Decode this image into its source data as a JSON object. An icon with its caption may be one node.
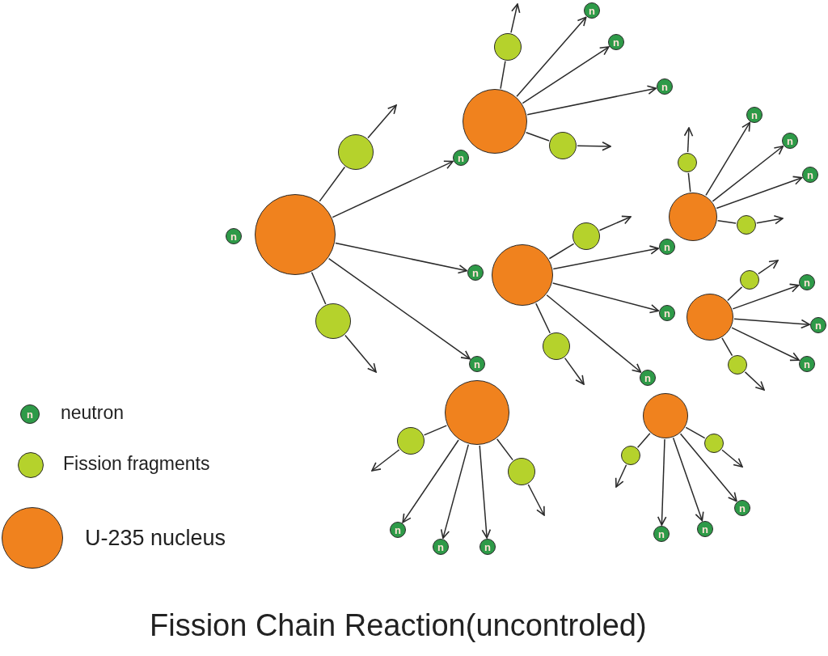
{
  "diagram": {
    "title": "Fission Chain Reaction(uncontroled)",
    "nodes": [
      {
        "text": [
          "n"
        ]
      },
      {
        "text": [],
        "shape": "circle"
      },
      {
        "text": [],
        "shape": "circle"
      },
      {
        "text": [],
        "shape": "circle"
      },
      {
        "text": [
          "n"
        ]
      },
      {
        "text": [],
        "shape": "circle"
      },
      {
        "text": [],
        "shape": "circle"
      },
      {
        "text": [
          "n"
        ]
      },
      {
        "text": [
          "n"
        ]
      },
      {
        "text": [
          "n"
        ]
      },
      {
        "text": [],
        "shape": "circle"
      },
      {
        "text": [
          "n"
        ]
      },
      {
        "text": [],
        "shape": "circle"
      },
      {
        "text": [],
        "shape": "circle"
      },
      {
        "text": [],
        "shape": "circle"
      },
      {
        "text": [
          "n"
        ]
      },
      {
        "text": [],
        "shape": "circle"
      },
      {
        "text": [],
        "shape": "circle"
      },
      {
        "text": [
          "n"
        ]
      },
      {
        "text": [
          "n"
        ]
      },
      {
        "text": [
          "n"
        ]
      },
      {
        "text": [],
        "shape": "circle"
      },
      {
        "text": [
          "n"
        ]
      },
      {
        "text": [],
        "shape": "circle"
      },
      {
        "text": [],
        "shape": "circle"
      },
      {
        "text": [
          "n"
        ]
      },
      {
        "text": [
          "n"
        ]
      },
      {
        "text": [
          "n"
        ]
      },
      {
        "text": [],
        "shape": "circle"
      },
      {
        "text": [
          "n"
        ]
      },
      {
        "text": [],
        "shape": "circle"
      },
      {
        "text": [],
        "shape": "circle"
      },
      {
        "text": [
          "n"
        ]
      },
      {
        "text": [
          "n"
        ]
      },
      {
        "text": [
          "n"
        ]
      },
      {
        "text": [],
        "shape": "circle"
      },
      {
        "text": [
          "n"
        ]
      },
      {
        "text": [],
        "shape": "circle"
      },
      {
        "text": [],
        "shape": "circle"
      },
      {
        "text": [],
        "shape": "circle"
      },
      {
        "text": [
          "n"
        ]
      },
      {
        "text": [
          "n"
        ]
      },
      {
        "text": [
          "n"
        ]
      }
    ],
    "edges": [
      {
        "from": 1,
        "to": 2,
        "arrow": "none"
      },
      {
        "from": 2,
        "to": null,
        "arrow": "to"
      },
      {
        "from": 1,
        "to": 4,
        "arrow": "to"
      },
      {
        "from": 1,
        "to": 11,
        "arrow": "to"
      },
      {
        "from": 1,
        "to": 15,
        "arrow": "to"
      },
      {
        "from": 1,
        "to": 3,
        "arrow": "none"
      },
      {
        "from": 3,
        "to": null,
        "arrow": "to"
      },
      {
        "from": 5,
        "to": 6,
        "arrow": "none"
      },
      {
        "from": 6,
        "to": null,
        "arrow": "to"
      },
      {
        "from": 5,
        "to": 7,
        "arrow": "to"
      },
      {
        "from": 5,
        "to": 8,
        "arrow": "to"
      },
      {
        "from": 5,
        "to": 9,
        "arrow": "to"
      },
      {
        "from": 5,
        "to": 10,
        "arrow": "none"
      },
      {
        "from": 10,
        "to": null,
        "arrow": "to"
      },
      {
        "from": 12,
        "to": 13,
        "arrow": "none"
      },
      {
        "from": 13,
        "to": null,
        "arrow": "to"
      },
      {
        "from": 12,
        "to": 22,
        "arrow": "to"
      },
      {
        "from": 12,
        "to": 29,
        "arrow": "to"
      },
      {
        "from": 12,
        "to": 36,
        "arrow": "to"
      },
      {
        "from": 12,
        "to": 14,
        "arrow": "none"
      },
      {
        "from": 14,
        "to": null,
        "arrow": "to"
      },
      {
        "from": 16,
        "to": 17,
        "arrow": "none"
      },
      {
        "from": 17,
        "to": null,
        "arrow": "to"
      },
      {
        "from": 16,
        "to": 18,
        "arrow": "to"
      },
      {
        "from": 16,
        "to": 19,
        "arrow": "to"
      },
      {
        "from": 16,
        "to": 20,
        "arrow": "to"
      },
      {
        "from": 16,
        "to": 21,
        "arrow": "none"
      },
      {
        "from": 21,
        "to": null,
        "arrow": "to"
      },
      {
        "from": 23,
        "to": 24,
        "arrow": "none"
      },
      {
        "from": 24,
        "to": null,
        "arrow": "to"
      },
      {
        "from": 23,
        "to": 25,
        "arrow": "to"
      },
      {
        "from": 23,
        "to": 26,
        "arrow": "to"
      },
      {
        "from": 23,
        "to": 27,
        "arrow": "to"
      },
      {
        "from": 23,
        "to": 28,
        "arrow": "none"
      },
      {
        "from": 28,
        "to": null,
        "arrow": "to"
      },
      {
        "from": 30,
        "to": 31,
        "arrow": "none"
      },
      {
        "from": 31,
        "to": null,
        "arrow": "to"
      },
      {
        "from": 30,
        "to": 32,
        "arrow": "to"
      },
      {
        "from": 30,
        "to": 33,
        "arrow": "to"
      },
      {
        "from": 30,
        "to": 34,
        "arrow": "to"
      },
      {
        "from": 30,
        "to": 35,
        "arrow": "none"
      },
      {
        "from": 35,
        "to": null,
        "arrow": "to"
      },
      {
        "from": 37,
        "to": 38,
        "arrow": "none"
      },
      {
        "from": 38,
        "to": null,
        "arrow": "to"
      },
      {
        "from": 37,
        "to": 40,
        "arrow": "to"
      },
      {
        "from": 37,
        "to": 41,
        "arrow": "to"
      },
      {
        "from": 37,
        "to": 42,
        "arrow": "to"
      },
      {
        "from": 37,
        "to": 39,
        "arrow": "none"
      },
      {
        "from": 39,
        "to": null,
        "arrow": "to"
      }
    ],
    "labels": [
      "n"
    ],
    "legend": [
      {
        "text": "neutron",
        "color": "#2e9a48"
      },
      {
        "text": "Fission fragments",
        "color": "#b5d22c"
      },
      {
        "text": "U-235 nucleus",
        "color": "#f0821e"
      }
    ]
  }
}
